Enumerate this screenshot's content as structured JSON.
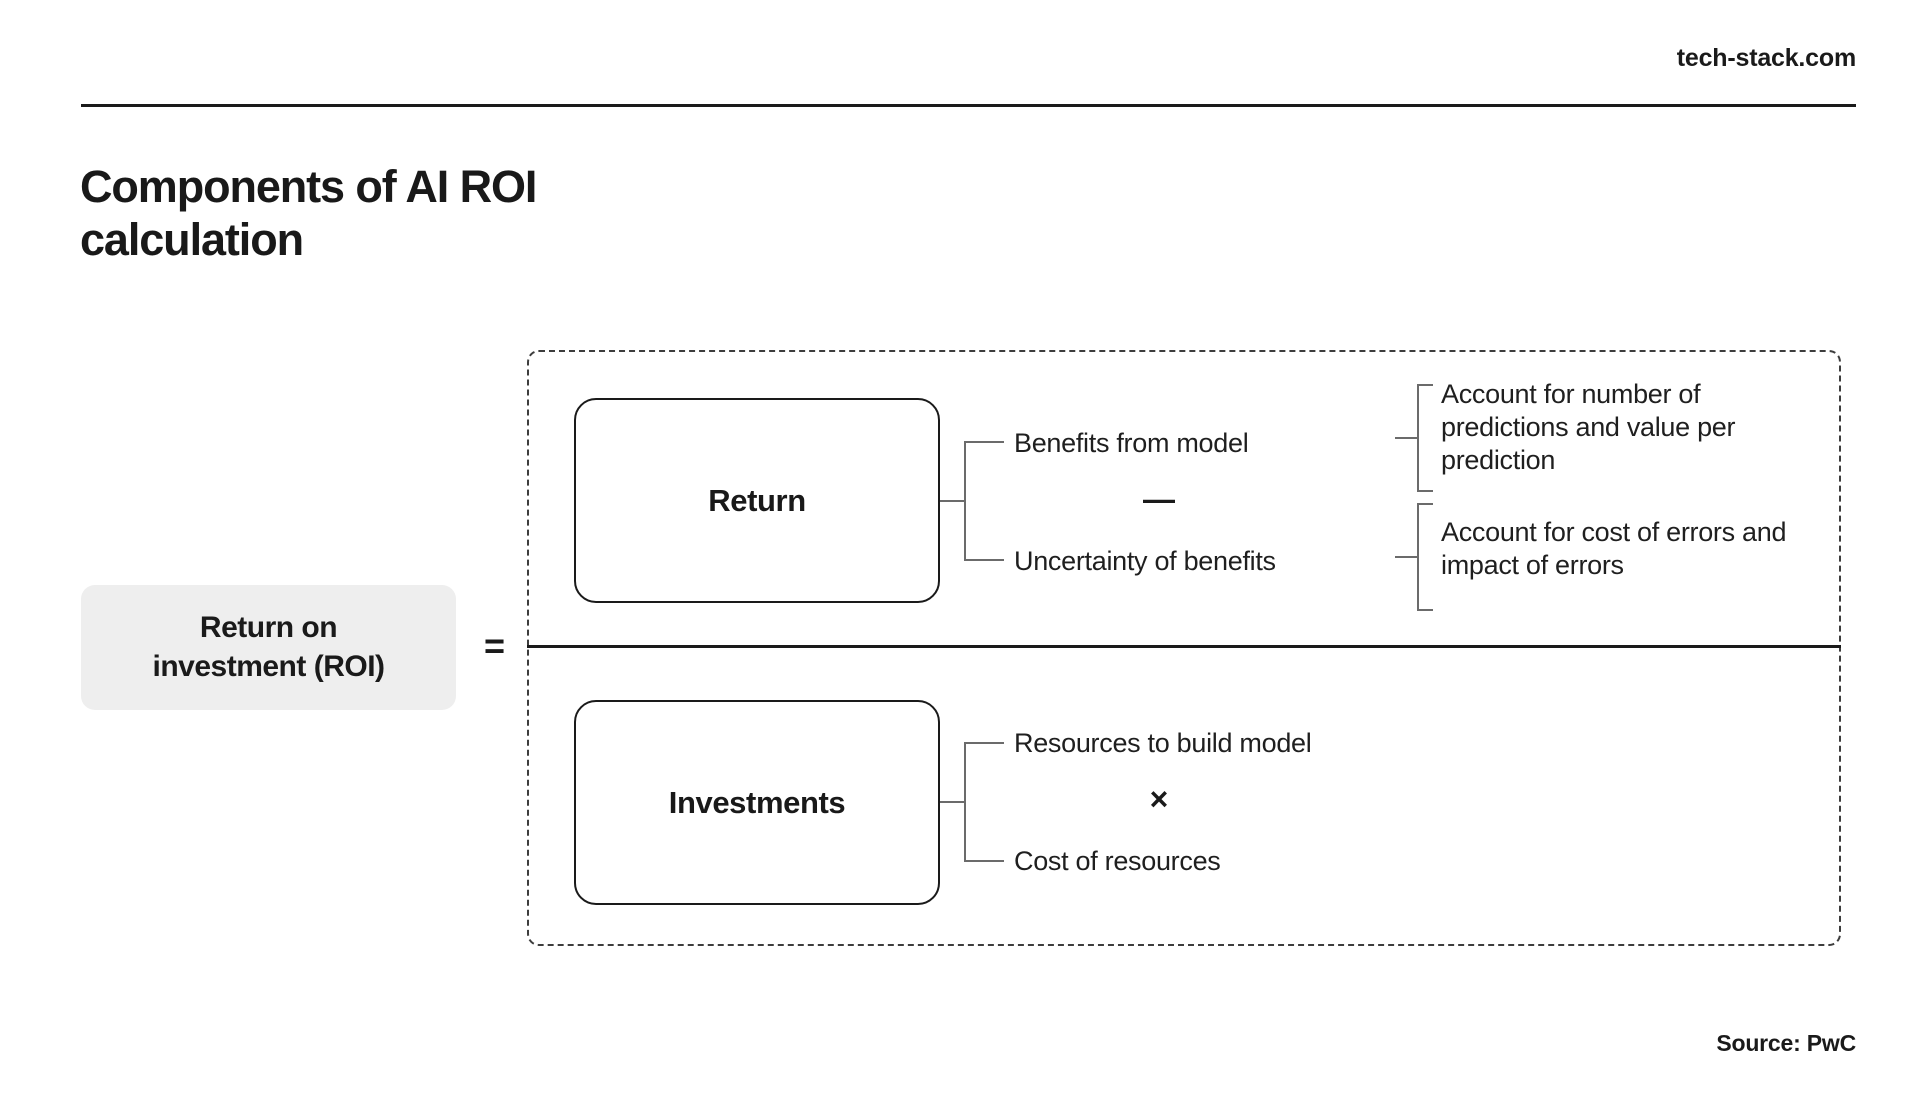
{
  "header": {
    "brand": "tech-stack.com",
    "title": "Components of AI ROI\ncalculation"
  },
  "formula": {
    "result_label": "Return on\ninvestment (ROI)",
    "equals_symbol": "=",
    "numerator": {
      "term_label": "Return",
      "operator": "—",
      "items": [
        {
          "label": "Benefits from model",
          "detail": "Account for number of predictions and value per prediction"
        },
        {
          "label": "Uncertainty of benefits",
          "detail": "Account for cost of errors and impact of errors"
        }
      ]
    },
    "denominator": {
      "term_label": "Investments",
      "operator": "×",
      "items": [
        {
          "label": "Resources to build model",
          "detail": ""
        },
        {
          "label": "Cost of resources",
          "detail": ""
        }
      ]
    }
  },
  "footer": {
    "source": "Source: PwC"
  },
  "colors": {
    "text": "#1a1a1a",
    "chip_bg": "#eeeeee",
    "connector": "#6b6b6b",
    "dashed_border": "#3d3d3d",
    "page_bg": "#ffffff"
  }
}
